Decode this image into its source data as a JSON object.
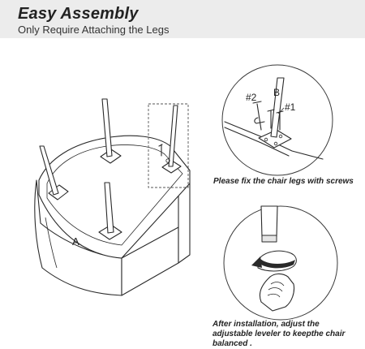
{
  "header": {
    "title": "Easy Assembly",
    "subtitle": "Only Require Attaching the Legs"
  },
  "main_figure": {
    "part_label": "A"
  },
  "detail_top": {
    "label_screw2": "#2",
    "label_b": "B",
    "label_screw1": "#1",
    "caption": "Please fix the chair legs with screws"
  },
  "detail_bottom": {
    "caption": "After installation, adjust the adjustable leveler to keepthe chair balanced ."
  }
}
